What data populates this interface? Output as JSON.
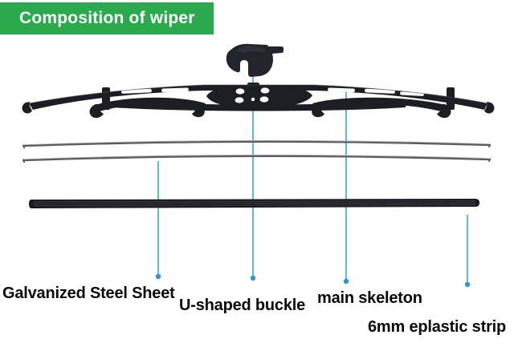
{
  "banner": {
    "title": "Composition of wiper"
  },
  "labels": {
    "galvanized": "Galvanized Steel Sheet",
    "buckle": "U-shaped buckle",
    "skeleton": "main skeleton",
    "strip": "6mm eplastic strip"
  },
  "parts": {
    "buckle": "u-shaped-buckle",
    "skeleton": "main-skeleton-frame",
    "steel_sheets": "galvanized-steel-sheets",
    "rubber_strip": "6mm-eplastic-strip"
  },
  "colors": {
    "banner_bg": "#2BAA4D",
    "banner_text": "#FFFFFF",
    "connector_blue": "#3AA5DA",
    "connector_dot": "#2A97D4",
    "part_black": "#1D1D24",
    "buckle_black": "#24242C",
    "steel_gray": "#5D5E63",
    "rubber_black": "#1A1A1F",
    "label_text": "#0A0A0A"
  }
}
